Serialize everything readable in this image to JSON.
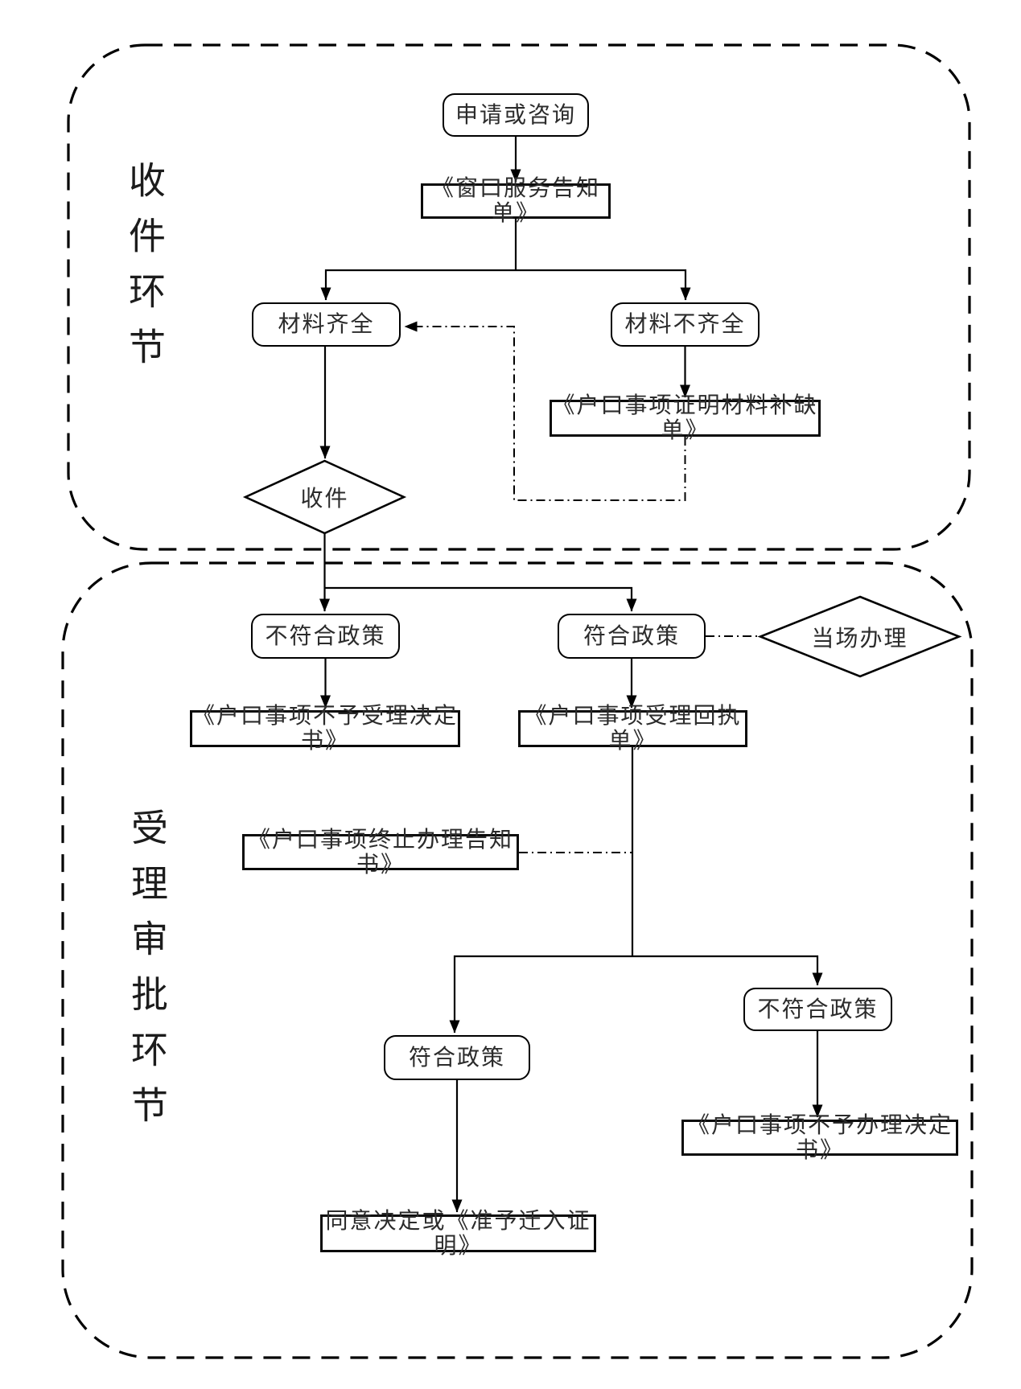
{
  "page": {
    "background": "#ffffff"
  },
  "colors": {
    "line": "#000000",
    "text": "#2b2b2b"
  },
  "sections": {
    "intake": {
      "label": "收件环节"
    },
    "review": {
      "label": "受理审批环节"
    }
  },
  "nodes": {
    "apply": "申请或咨询",
    "window_notice": "《窗口服务告知单》",
    "materials_complete": "材料齐全",
    "materials_incomplete": "材料不齐全",
    "missing_materials_list": "《户口事项证明材料补缺单》",
    "receive": "收件",
    "policy_no_1": "不符合政策",
    "policy_yes_1": "符合政策",
    "onsite_handle": "当场办理",
    "not_accept_doc": "《户口事项不予受理决定书》",
    "receipt_doc": "《户口事项受理回执单》",
    "terminate_doc": "《户口事项终止办理告知书》",
    "policy_yes_2": "符合政策",
    "policy_no_2": "不符合政策",
    "not_process_doc": "《户口事项不予办理决定书》",
    "approve_doc": "同意决定或《准予迁入证明》"
  }
}
